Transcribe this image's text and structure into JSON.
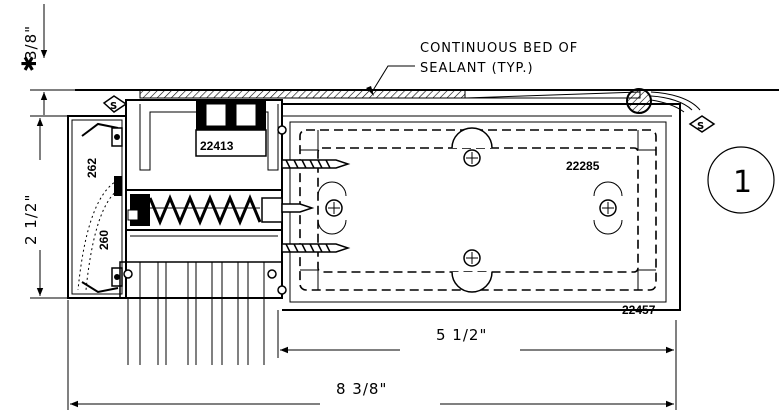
{
  "note": {
    "line1": "CONTINUOUS BED OF",
    "line2": "SEALANT (TYP.)"
  },
  "dimensions": {
    "top_gap": "3/8\"",
    "top_gap_marker": "✱",
    "height": "2 1/2\"",
    "inner_width": "5 1/2\"",
    "overall_width": "8 3/8\""
  },
  "parts": {
    "p1": "22413",
    "p2": "22285",
    "p3": "22457",
    "p4": "262",
    "p5": "260"
  },
  "sealant_symbol": "S",
  "detail_number": "1",
  "colors": {
    "ink": "#000000",
    "paper": "#ffffff"
  }
}
